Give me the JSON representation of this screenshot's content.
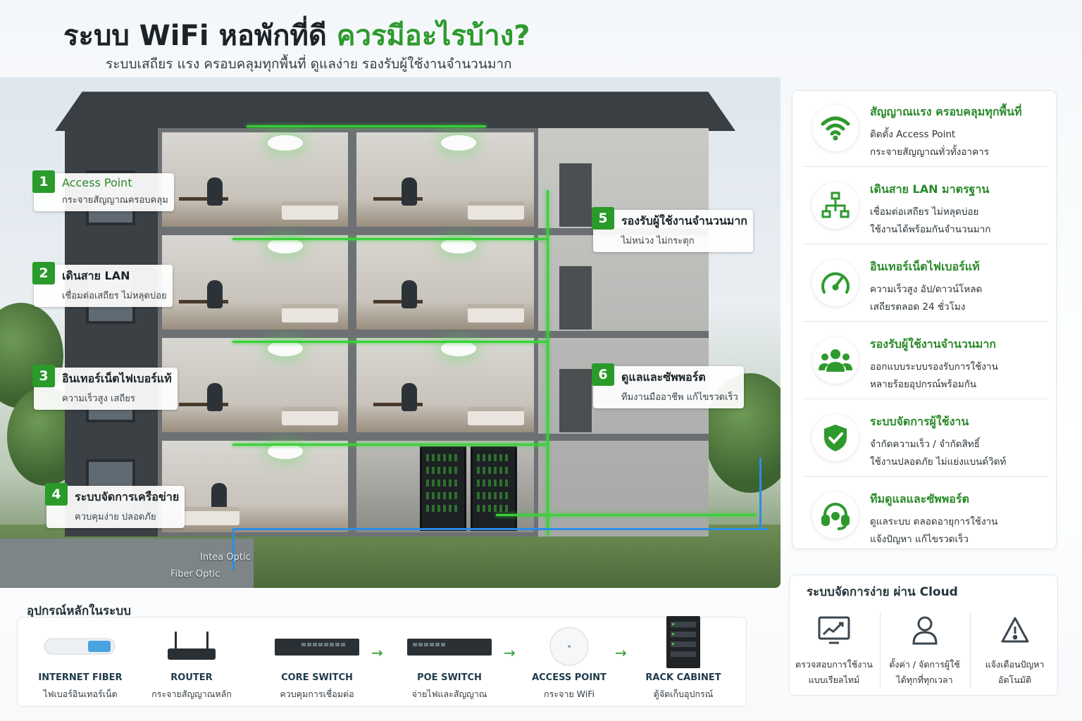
{
  "header": {
    "title_main": "ระบบ WiFi หอพักที่ดี ",
    "title_accent": "ควรมีอะไรบ้าง?",
    "subtitle": "ระบบเสถียร แรง ครอบคลุมทุกพื้นที่ ดูแลง่าย รองรับผู้ใช้งานจำนวนมาก"
  },
  "callouts": [
    {
      "num": "1",
      "title": "Access Point",
      "desc": "กระจายสัญญาณครอบคลุม"
    },
    {
      "num": "2",
      "title": "เดินสาย LAN",
      "desc": "เชื่อมต่อเสถียร ไม่หลุดบ่อย"
    },
    {
      "num": "3",
      "title": "อินเทอร์เน็ตไฟเบอร์แท้",
      "desc": "ความเร็วสูง เสถียร"
    },
    {
      "num": "4",
      "title": "ระบบจัดการเครือข่าย",
      "desc": "ควบคุมง่าย ปลอดภัย"
    },
    {
      "num": "5",
      "title": "รองรับผู้ใช้งานจำนวนมาก",
      "desc": "ไม่หน่วง ไม่กระตุก"
    },
    {
      "num": "6",
      "title": "ดูแลและซัพพอร์ต",
      "desc": "ทีมงานมืออาชีพ แก้ไขรวดเร็ว"
    }
  ],
  "scene_labels": {
    "fiber_top": "Intea Optic",
    "fiber_bottom": "Fiber Optic"
  },
  "features": [
    {
      "icon": "wifi-icon",
      "title": "สัญญาณแรง ครอบคลุมทุกพื้นที่",
      "line1": "ติดตั้ง Access Point",
      "line2": "กระจายสัญญาณทั่วทั้งอาคาร"
    },
    {
      "icon": "network-icon",
      "title": "เดินสาย LAN มาตรฐาน",
      "line1": "เชื่อมต่อเสถียร ไม่หลุดบ่อย",
      "line2": "ใช้งานได้พร้อมกันจำนวนมาก"
    },
    {
      "icon": "speedometer-icon",
      "title": "อินเทอร์เน็ตไฟเบอร์แท้",
      "line1": "ความเร็วสูง อัป/ดาวน์โหลด",
      "line2": "เสถียรตลอด 24 ชั่วโมง"
    },
    {
      "icon": "users-icon",
      "title": "รองรับผู้ใช้งานจำนวนมาก",
      "line1": "ออกแบบระบบรองรับการใช้งาน",
      "line2": "หลายร้อยอุปกรณ์พร้อมกัน"
    },
    {
      "icon": "shield-icon",
      "title": "ระบบจัดการผู้ใช้งาน",
      "line1": "จำกัดความเร็ว / จำกัดสิทธิ์",
      "line2": "ใช้งานปลอดภัย ไม่แย่งแบนด์วิดท์"
    },
    {
      "icon": "headset-icon",
      "title": "ทีมดูแลและซัพพอร์ต",
      "line1": "ดูแลระบบ ตลอดอายุการใช้งาน",
      "line2": "แจ้งปัญหา แก้ไขรวดเร็ว"
    }
  ],
  "cloud": {
    "title": "ระบบจัดการง่าย ผ่าน Cloud",
    "items": [
      {
        "icon": "chart-monitor-icon",
        "line1": "ตรวจสอบการใช้งาน",
        "line2": "แบบเรียลไทม์"
      },
      {
        "icon": "user-icon",
        "line1": "ตั้งค่า / จัดการผู้ใช้",
        "line2": "ได้ทุกที่ทุกเวลา"
      },
      {
        "icon": "warning-icon",
        "line1": "แจ้งเตือนปัญหา",
        "line2": "อัตโนมัติ"
      }
    ]
  },
  "equipment": {
    "title": "อุปกรณ์หลักในระบบ",
    "items": [
      {
        "name": "INTERNET FIBER",
        "desc": "ไฟเบอร์อินเทอร์เน็ต"
      },
      {
        "name": "ROUTER",
        "desc": "กระจายสัญญาณหลัก"
      },
      {
        "name": "CORE SWITCH",
        "desc": "ควบคุมการเชื่อมต่อ"
      },
      {
        "name": "POE SWITCH",
        "desc": "จ่ายไฟและสัญญาณ"
      },
      {
        "name": "ACCESS POINT",
        "desc": "กระจาย WiFi"
      },
      {
        "name": "RACK CABINET",
        "desc": "ตู้จัดเก็บอุปกรณ์"
      }
    ]
  },
  "colors": {
    "accent": "#2e9a2e",
    "fiber": "#2a8de8",
    "lan": "#39d139"
  }
}
